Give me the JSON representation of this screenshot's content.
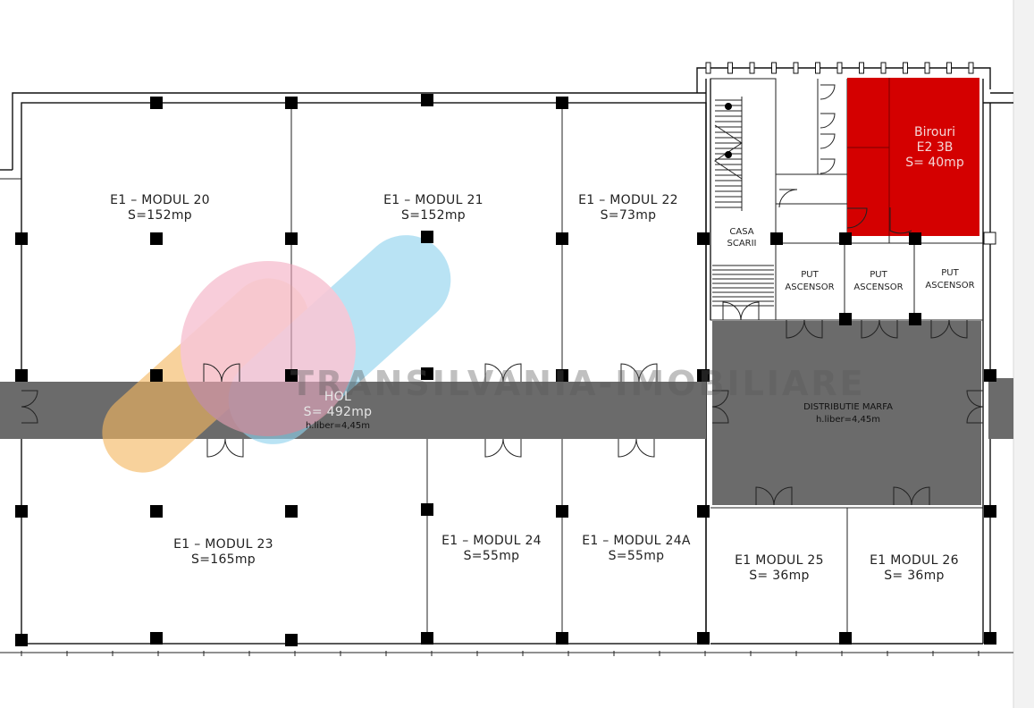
{
  "watermark": {
    "text": "TRANSILVANIA-IMOBILIARE",
    "colors": {
      "orange": "#f4b860",
      "pink": "#f3a6bd",
      "blue": "#8fd3ee"
    }
  },
  "rooms": {
    "m20": {
      "name": "E1 – MODUL 20",
      "area": "S=152mp"
    },
    "m21": {
      "name": "E1 – MODUL 21",
      "area": "S=152mp"
    },
    "m22": {
      "name": "E1 – MODUL 22",
      "area": "S=73mp"
    },
    "m23": {
      "name": "E1 – MODUL 23",
      "area": "S=165mp"
    },
    "m24": {
      "name": "E1 – MODUL 24",
      "area": "S=55mp"
    },
    "m24a": {
      "name": "E1 – MODUL 24A",
      "area": "S=55mp"
    },
    "m25": {
      "name": "E1 MODUL 25",
      "area": "S= 36mp"
    },
    "m26": {
      "name": "E1 MODUL 26",
      "area": "S= 36mp"
    },
    "hol": {
      "name": "HOL",
      "area": "S= 492mp",
      "height": "h.liber=4,45m"
    },
    "distributie": {
      "name": "DISTRIBUTIE MARFA",
      "height": "h.liber=4,45m"
    },
    "birouri": {
      "line1": "Birouri",
      "line2": "E2  3B",
      "line3": "S=  40mp"
    },
    "casa_scarii": {
      "line1": "CASA",
      "line2": "SCARII"
    },
    "put1": {
      "line1": "PUT",
      "line2": "ASCENSOR"
    },
    "put2": {
      "line1": "PUT",
      "line2": "ASCENSOR"
    },
    "put3": {
      "line1": "PUT",
      "line2": "ASCENSOR"
    }
  },
  "colors": {
    "corridor": "#6b6b6b",
    "office_highlight": "#d40000",
    "wall": "#111111"
  }
}
